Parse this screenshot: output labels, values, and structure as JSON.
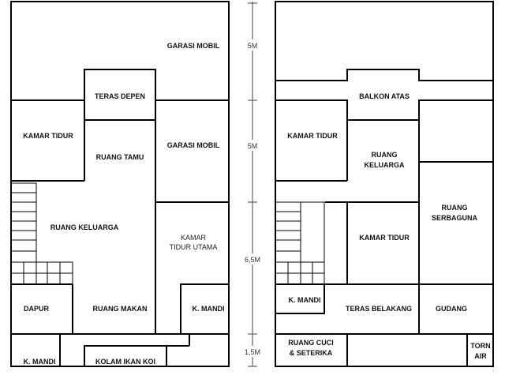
{
  "ground_floor": {
    "garasi_mobil_1": "GARASI MOBIL",
    "teras_depan": "TERAS DEPEN",
    "kamar_tidur": "KAMAR TIDUR",
    "ruang_tamu": "RUANG TAMU",
    "garasi_mobil_2": "GARASI MOBIL",
    "ruang_keluarga": "RUANG KELUARGA",
    "kamar_tidur_utama_1": "KAMAR",
    "kamar_tidur_utama_2": "TIDUR UTAMA",
    "dapur": "DAPUR",
    "ruang_makan": "RUANG MAKAN",
    "k_mandi_1": "K. MANDI",
    "k_mandi_2": "K. MANDI",
    "kolam_ikan_koi": "KOLAM IKAN KOI"
  },
  "upper_floor": {
    "balkon_atas": "BALKON ATAS",
    "kamar_tidur": "KAMAR TIDUR",
    "ruang_keluarga_1": "RUANG",
    "ruang_keluarga_2": "KELUARGA",
    "ruang_serbaguna_1": "RUANG",
    "ruang_serbaguna_2": "SERBAGUNA",
    "kamar_tidur_2": "KAMAR TIDUR",
    "k_mandi": "K. MANDI",
    "teras_belakang": "TERAS BELAKANG",
    "gudang": "GUDANG",
    "ruang_cuci_1": "RUANG CUCI",
    "ruang_cuci_2": "& SETERIKA",
    "torn_air_1": "TORN",
    "torn_air_2": "AIR"
  },
  "dimensions": {
    "d1": "5M",
    "d2": "5M",
    "d3": "6,5M",
    "d4": "1,5M"
  }
}
